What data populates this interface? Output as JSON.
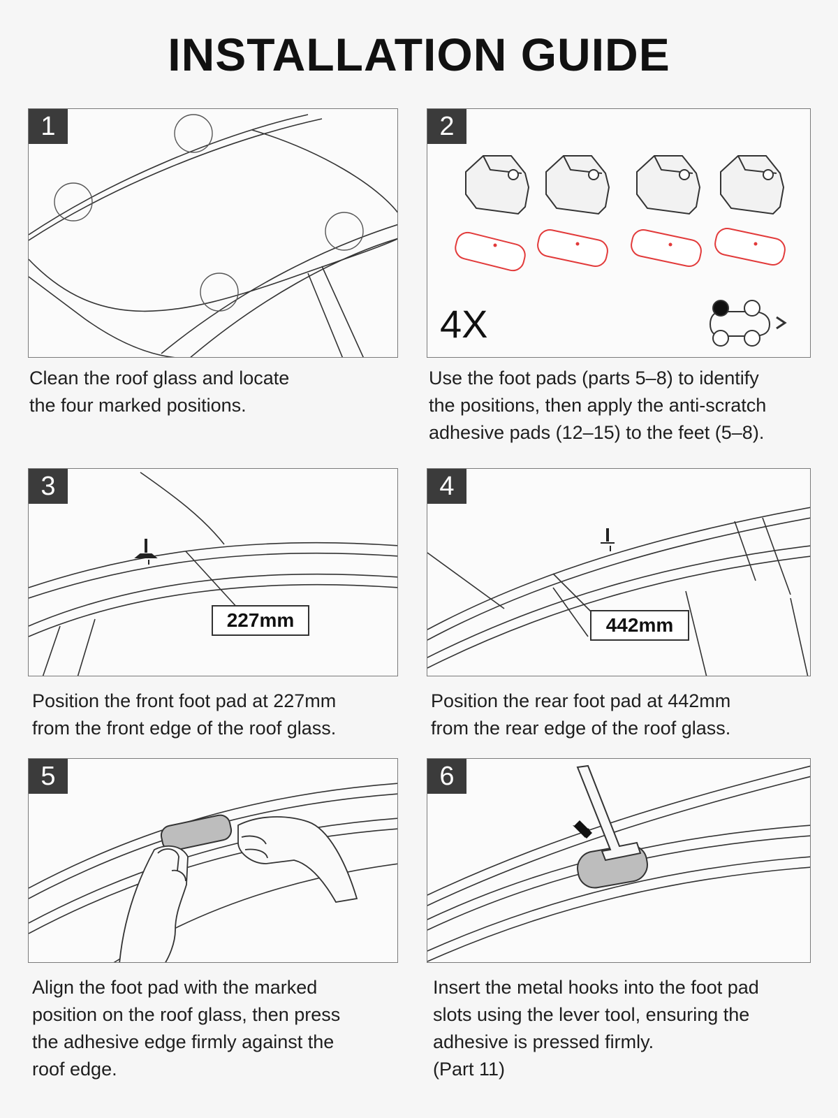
{
  "page": {
    "title": "INSTALLATION GUIDE"
  },
  "steps": [
    {
      "number": "1",
      "caption": "Clean the roof glass and locate\nthe four marked positions."
    },
    {
      "number": "2",
      "caption": "Use the foot pads (parts 5–8) to identify\nthe positions, then apply the anti-scratch\nadhesive pads (12–15) to the feet (5–8).",
      "quantity": "4X"
    },
    {
      "number": "3",
      "caption": "Position the front foot pad at 227mm\nfrom the front edge of the roof glass.",
      "dimension": "227mm"
    },
    {
      "number": "4",
      "caption": "Position the rear foot pad at 442mm\nfrom the rear edge of the roof glass.",
      "dimension": "442mm"
    },
    {
      "number": "5",
      "caption": "Align the foot pad with the marked\nposition on the roof glass, then press\nthe adhesive edge firmly against the\nroof edge."
    },
    {
      "number": "6",
      "caption": "Insert the metal hooks into the foot pad\nslots using the lever tool, ensuring the\nadhesive is pressed firmly.\n(Part 11)"
    }
  ],
  "colors": {
    "adhesive_outline": "#e23a3a",
    "step_badge": "#3b3b3b",
    "line_art": "#333333"
  }
}
